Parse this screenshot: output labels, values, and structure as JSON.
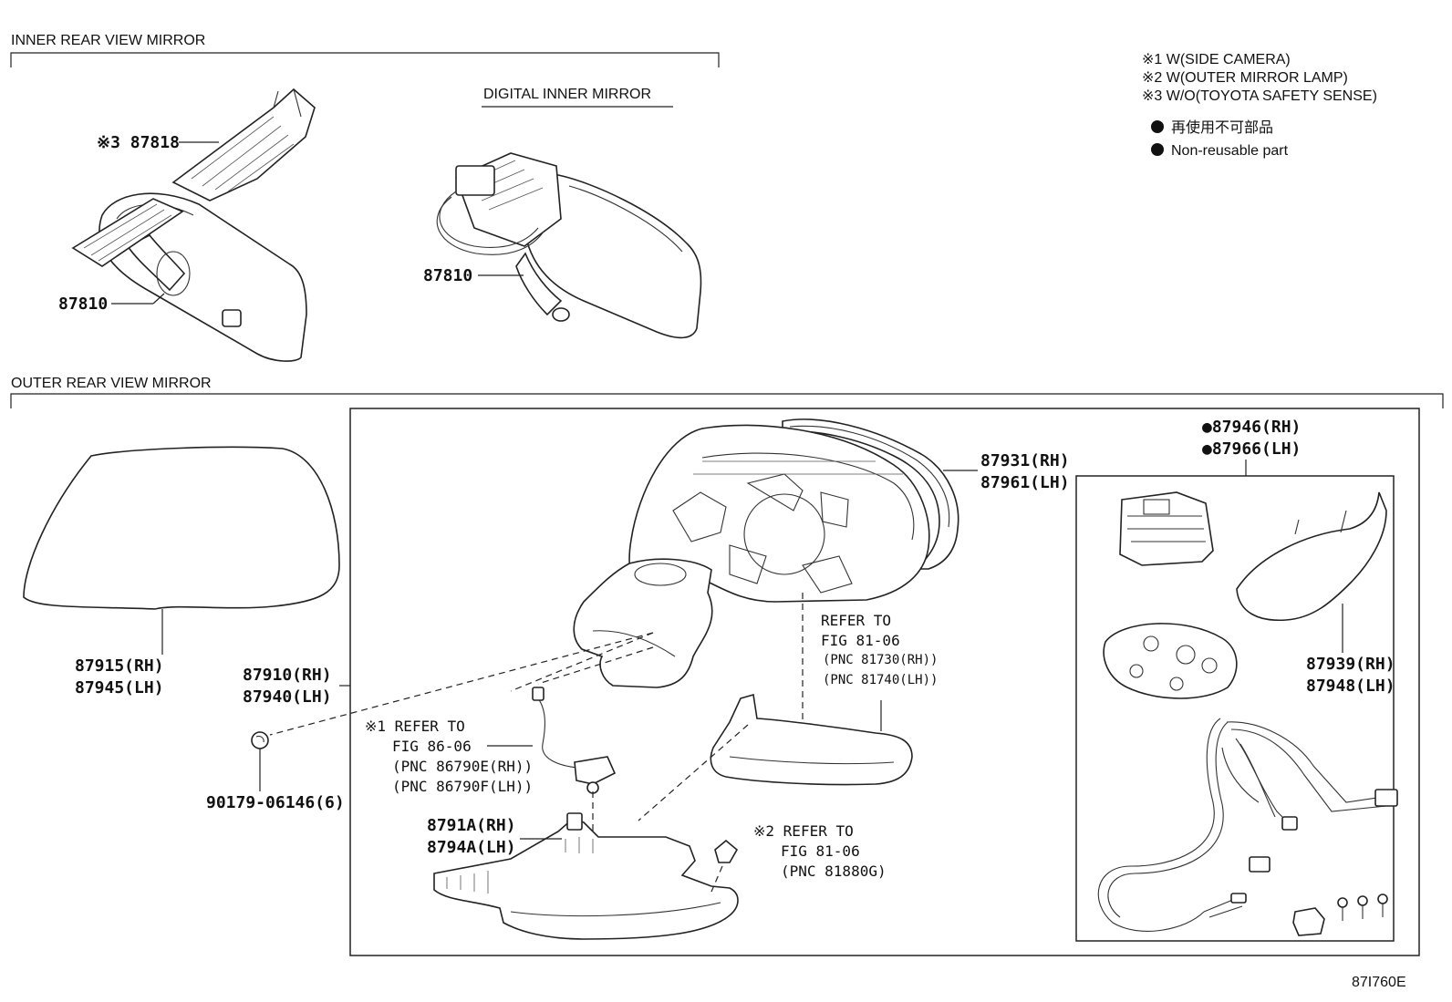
{
  "sections": {
    "inner": "INNER REAR VIEW MIRROR",
    "digital": "DIGITAL INNER MIRROR",
    "outer": "OUTER REAR VIEW MIRROR"
  },
  "legend": {
    "note1": "※1 W(SIDE CAMERA)",
    "note2": "※2 W(OUTER MIRROR LAMP)",
    "note3": "※3 W/O(TOYOTA SAFETY SENSE)",
    "nonreusable_jp": "再使用不可部品",
    "nonreusable_en": "Non-reusable part"
  },
  "parts": {
    "p87818": "※3 87818",
    "p87810_inner": "87810",
    "p87810_digital": "87810",
    "p87915": "87915(RH)",
    "p87945": "87945(LH)",
    "p87910": "87910(RH)",
    "p87940": "87940(LH)",
    "p90179": "90179-06146(6)",
    "p87931": "87931(RH)",
    "p87961": "87961(LH)",
    "p87946": "●87946(RH)",
    "p87966": "●87966(LH)",
    "p87939": "87939(RH)",
    "p87948": "87948(LH)",
    "p8791A": "8791A(RH)",
    "p8794A": "8794A(LH)"
  },
  "refs": {
    "r1": {
      "l1": "REFER TO",
      "l2": "FIG 81-06",
      "l3": "(PNC 81730(RH))",
      "l4": "(PNC 81740(LH))"
    },
    "r2": {
      "l1": "※1 REFER TO",
      "l2": "FIG 86-06",
      "l3": "(PNC 86790E(RH))",
      "l4": "(PNC 86790F(LH))"
    },
    "r3": {
      "l1": "※2 REFER TO",
      "l2": "FIG 81-06",
      "l3": "(PNC 81880G)"
    }
  },
  "figure_code": "87I760E"
}
